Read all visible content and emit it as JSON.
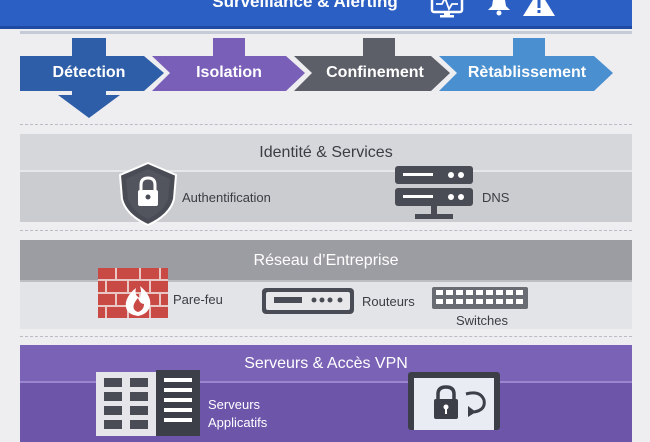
{
  "banner": {
    "title": "Surveillance & Alerting",
    "icons": [
      "monitor-icon",
      "bell-icon",
      "warning-icon"
    ]
  },
  "stages": [
    {
      "label": "Détection",
      "color": "#2f5ea8"
    },
    {
      "label": "Isolation",
      "color": "#7a5fb8"
    },
    {
      "label": "Confinement",
      "color": "#5c5f68"
    },
    {
      "label": "Rètablissement",
      "color": "#4a8fcf"
    }
  ],
  "layers": [
    {
      "title": "Identité & Services",
      "items": [
        {
          "label": "Authentification",
          "icon": "shield-lock-icon"
        },
        {
          "label": "DNS",
          "icon": "server-icon"
        }
      ]
    },
    {
      "title": "Réseau d’Entreprise",
      "items": [
        {
          "label": "Pare-feu",
          "icon": "firewall-icon"
        },
        {
          "label": "Routeurs",
          "icon": "router-icon"
        },
        {
          "label": "Switches",
          "icon": "switch-icon"
        }
      ]
    },
    {
      "title": "Serveurs & Accès VPN",
      "items": [
        {
          "label": "Serveurs",
          "icon": "server-rack-icon"
        },
        {
          "label": "Applicatifs"
        },
        {
          "label": "",
          "icon": "laptop-lock-icon"
        }
      ]
    }
  ],
  "colors": {
    "banner": "#2b5fc4",
    "layer1": "#cfd0d3",
    "layer2": "#9c9da2",
    "layer3": "#7a62b6"
  }
}
